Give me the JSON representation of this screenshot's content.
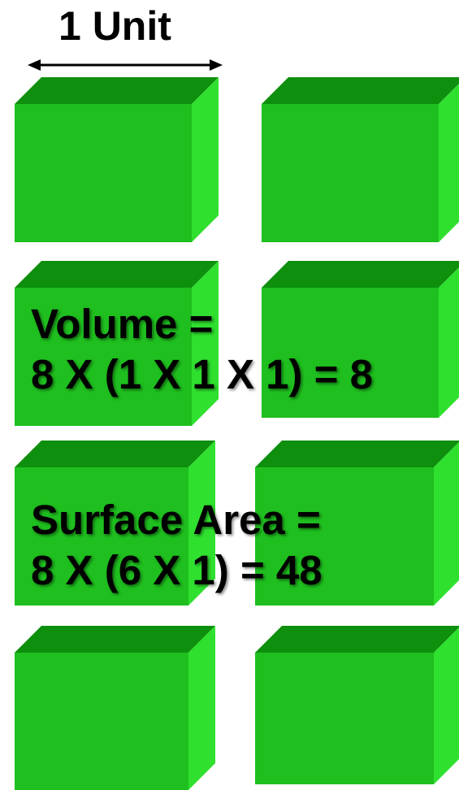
{
  "unit_label": "1 Unit",
  "volume": {
    "line1": "Volume =",
    "line2": "8 X (1 X 1 X 1) = 8"
  },
  "surface_area": {
    "line1": "Surface Area =",
    "line2": "8 X (6 X 1) = 48"
  },
  "cube_count": 8,
  "colors": {
    "cube_front": "#1fbf1f",
    "cube_top": "#0e8f0e",
    "cube_side": "#2fe02f",
    "text": "#000000"
  }
}
